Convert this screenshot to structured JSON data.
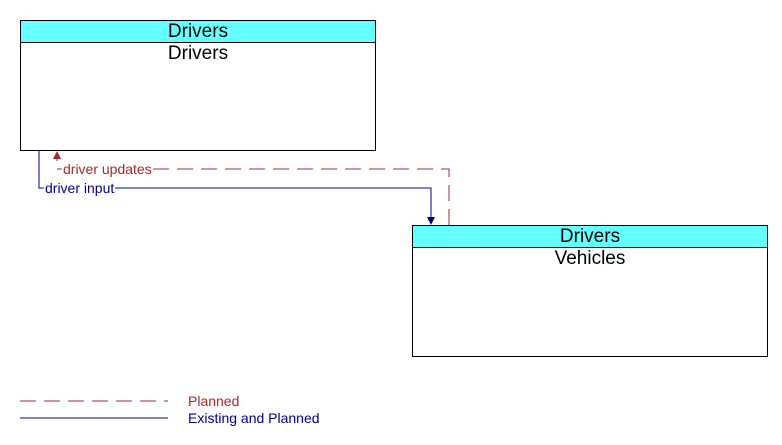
{
  "colors": {
    "header_fill": "#66ffff",
    "planned": "#a52a2a",
    "existing": "#00008b"
  },
  "nodes": [
    {
      "id": "drivers",
      "header": "Drivers",
      "title": "Drivers"
    },
    {
      "id": "vehicles",
      "header": "Drivers",
      "title": "Vehicles"
    }
  ],
  "flows": [
    {
      "label": "driver updates",
      "from": "Vehicles",
      "to": "Drivers",
      "status": "Planned"
    },
    {
      "label": "driver input",
      "from": "Drivers",
      "to": "Vehicles",
      "status": "Existing and Planned"
    }
  ],
  "legend": [
    {
      "label": "Planned",
      "style": "dashed"
    },
    {
      "label": "Existing and Planned",
      "style": "solid"
    }
  ]
}
